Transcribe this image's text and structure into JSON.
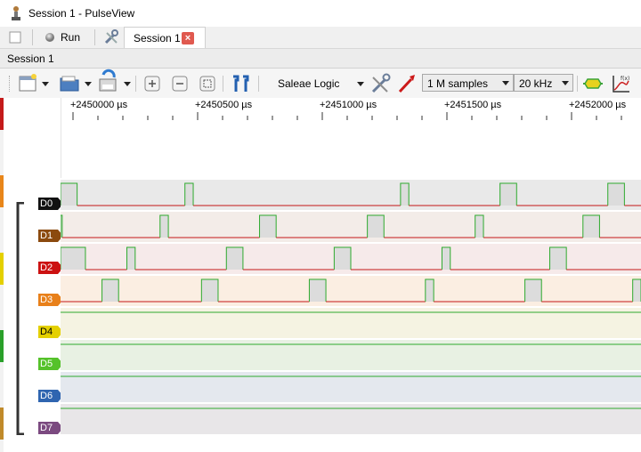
{
  "window": {
    "title": "Session 1 - PulseView"
  },
  "top_tabs": {
    "run_label": "Run",
    "session_tab_label": "Session 1"
  },
  "session_header": {
    "label": "Session 1"
  },
  "toolbar": {
    "device_name": "Saleae Logic",
    "samples": "1 M samples",
    "rate": "20 kHz"
  },
  "ruler": {
    "ticks": [
      "+2450000 µs",
      "+2450500 µs",
      "+2451000 µs",
      "+2451500 µs",
      "+2452000 µs"
    ]
  },
  "channels": [
    {
      "label": "D0",
      "color": "#111111",
      "bg": "#e9e9e9",
      "high": [
        [
          0,
          0.2
        ],
        [
          1.5,
          1.6
        ],
        [
          4.1,
          4.2
        ],
        [
          5.3,
          5.5
        ],
        [
          6.6,
          6.8
        ]
      ]
    },
    {
      "label": "D1",
      "color": "#8b4a0e",
      "bg": "#f3ece8",
      "high": [
        [
          0,
          0.02
        ],
        [
          1.2,
          1.3
        ],
        [
          2.4,
          2.6
        ],
        [
          3.7,
          3.9
        ],
        [
          5.0,
          5.1
        ],
        [
          6.3,
          6.5
        ]
      ]
    },
    {
      "label": "D2",
      "color": "#cc1111",
      "bg": "#f6eaea",
      "high": [
        [
          0,
          0.3
        ],
        [
          0.8,
          0.9
        ],
        [
          2.0,
          2.2
        ],
        [
          3.3,
          3.5
        ],
        [
          4.6,
          4.7
        ],
        [
          5.9,
          6.1
        ]
      ]
    },
    {
      "label": "D3",
      "color": "#e8801a",
      "bg": "#fbeee2",
      "high": [
        [
          0.5,
          0.7
        ],
        [
          1.7,
          1.9
        ],
        [
          3.0,
          3.2
        ],
        [
          4.4,
          4.5
        ],
        [
          5.6,
          5.8
        ],
        [
          6.9,
          7.0
        ]
      ]
    },
    {
      "label": "D4",
      "color": "#e4d000",
      "bg": "#f5f3e2",
      "high": []
    },
    {
      "label": "D5",
      "color": "#55c22a",
      "bg": "#e8f1e3",
      "high": []
    },
    {
      "label": "D6",
      "color": "#2f65b0",
      "bg": "#e4e8ee",
      "high": []
    },
    {
      "label": "D7",
      "color": "#7b4a80",
      "bg": "#e8e6e8",
      "high": []
    }
  ],
  "colors": {
    "trace_low": "#c41818",
    "trace_high": "#2eaa2e",
    "pulse_fill": "#dcdcdc"
  },
  "icons": [
    "app-icon",
    "new-session-icon",
    "run-icon",
    "settings-icon",
    "new-file-icon",
    "open-icon",
    "save-icon",
    "zoom-in-icon",
    "zoom-out-icon",
    "zoom-fit-icon",
    "cursor-icon",
    "configure-icon",
    "probe-icon",
    "decoder-icon",
    "math-icon"
  ]
}
